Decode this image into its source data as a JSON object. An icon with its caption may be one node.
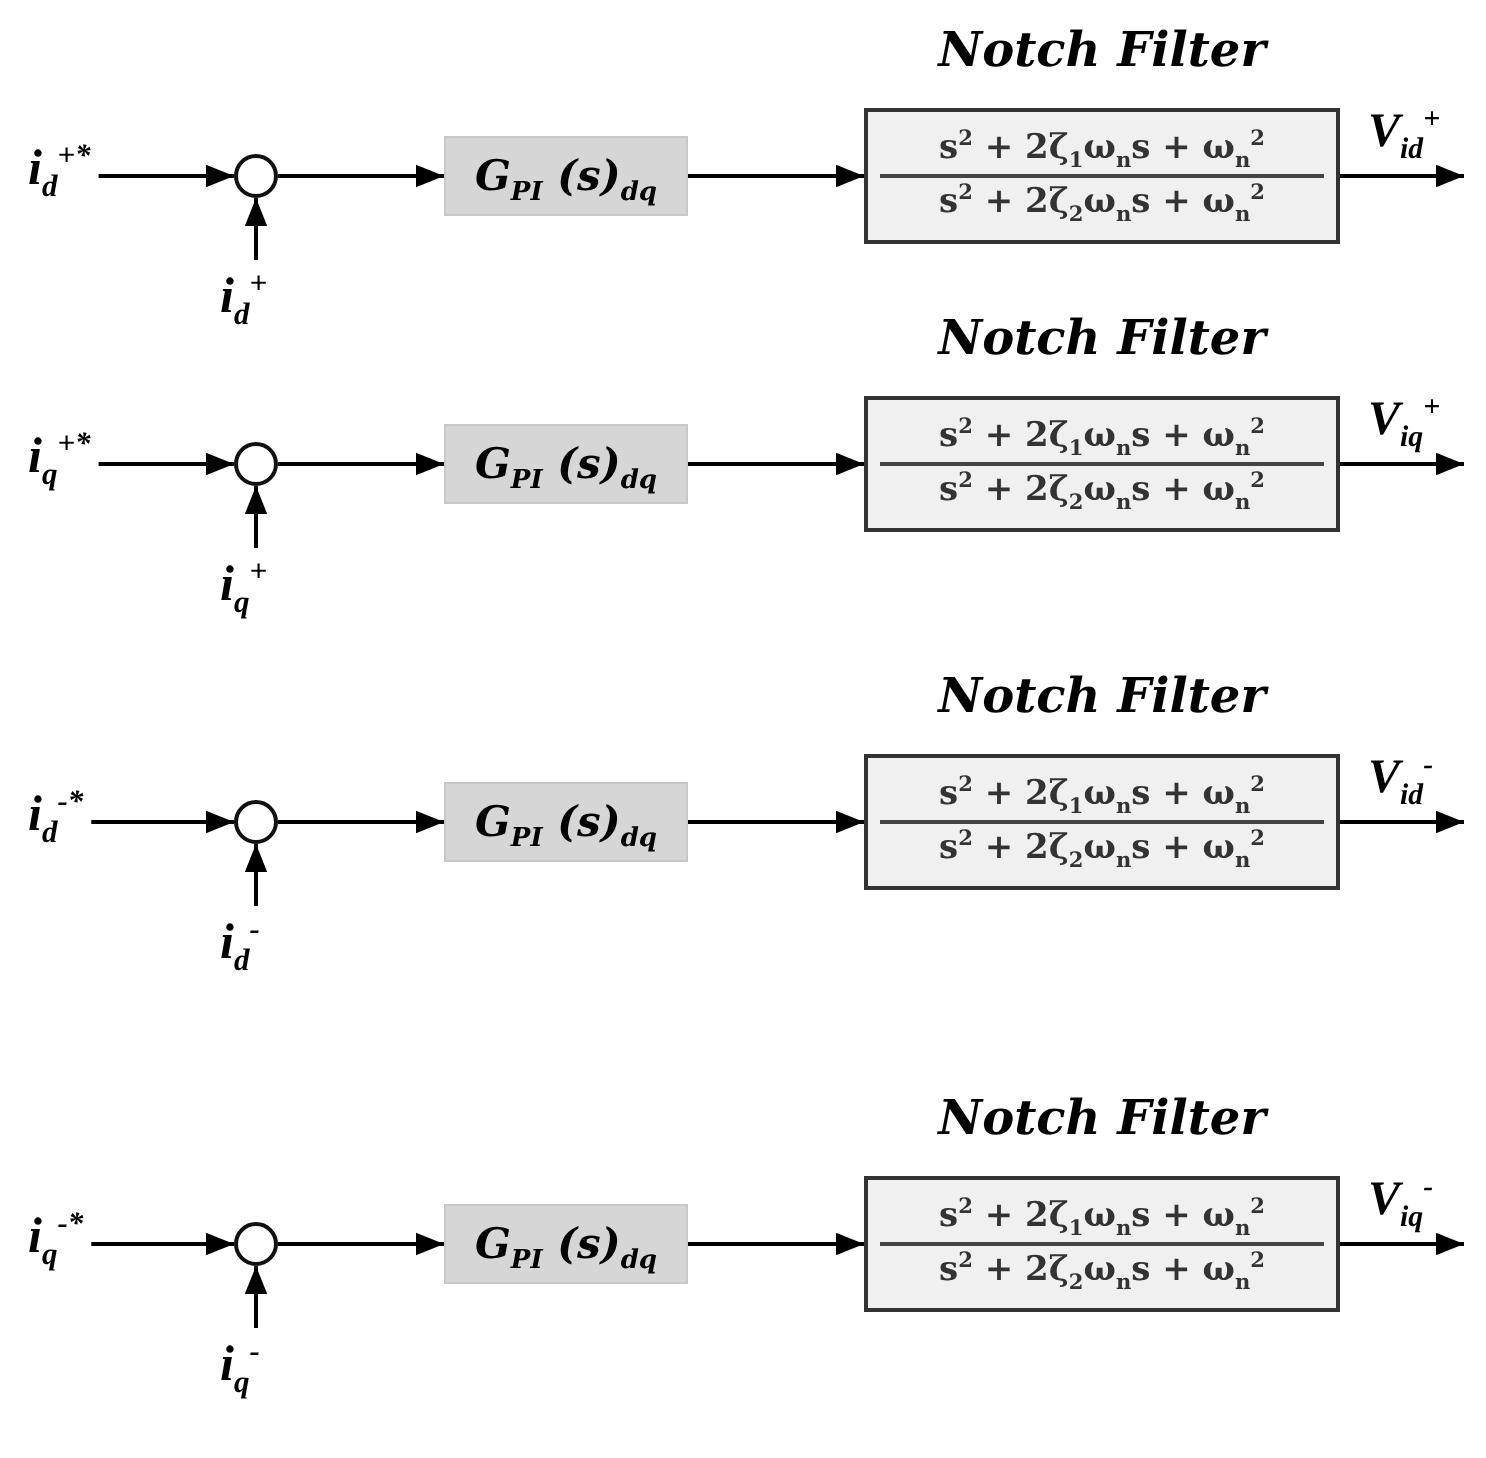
{
  "diagram": {
    "nodes": [
      {
        "text": [
          "i$_{d}$$^{+*}$"
        ]
      },
      {
        "text": [],
        "shape": "circle"
      },
      {
        "text": [
          "i$_{d}$$^{+}$"
        ]
      },
      {
        "text": [
          "G$_{PI}$ (s)$_{dq}$"
        ]
      },
      {
        "text": [
          "Notch Filter",
          "s$^{2}$ + 2ζ$_{1}$ω$_{n}$s + ω$_{n}$$^{2}$",
          "s$^{2}$ + 2ζ$_{2}$ω$_{n}$s +  ω$_{n}$$^{2}$"
        ]
      },
      {
        "text": [
          "i$_{q}$$^{+*}$"
        ]
      },
      {
        "text": [],
        "shape": "circle"
      },
      {
        "text": [
          "i$_{q}$$^{+}$"
        ]
      },
      {
        "text": [
          "G$_{PI}$ (s)$_{dq}$"
        ]
      },
      {
        "text": [
          "Notch Filter",
          "s$^{2}$ + 2ζ$_{1}$ω$_{n}$s + ω$_{n}$$^{2}$",
          "s$^{2}$ + 2ζ$_{2}$ω$_{n}$s +  ω$_{n}$$^{2}$"
        ]
      },
      {
        "text": [
          "i$_{d}$$^{-*}$"
        ]
      },
      {
        "text": [],
        "shape": "circle"
      },
      {
        "text": [
          "i$_{d}$$^{-}$"
        ]
      },
      {
        "text": [
          "G$_{PI}$ (s)$_{dq}$"
        ]
      },
      {
        "text": [
          "Notch Filter",
          "s$^{2}$ + 2ζ$_{1}$ω$_{n}$s + ω$_{n}$$^{2}$",
          "s$^{2}$ + 2ζ$_{2}$ω$_{n}$s +  ω$_{n}$$^{2}$"
        ]
      },
      {
        "text": [
          "i$_{q}$$^{-*}$"
        ]
      },
      {
        "text": [],
        "shape": "circle"
      },
      {
        "text": [
          "i$_{q}$$^{-}$"
        ]
      },
      {
        "text": [
          "G$_{PI}$ (s)$_{dq}$"
        ]
      },
      {
        "text": [
          "Notch Filter",
          "s$^{2}$ + 2ζ$_{1}$ω$_{n}$s + ω$_{n}$$^{2}$",
          "s$^{2}$ + 2ζ$_{2}$ω$_{n}$s +  ω$_{n}$$^{2}$"
        ]
      }
    ],
    "edges": [
      {
        "from": 0,
        "to": 1,
        "arrow": "to"
      },
      {
        "from": 2,
        "to": 1,
        "arrow": "to"
      },
      {
        "from": 1,
        "to": 3,
        "arrow": "to"
      },
      {
        "from": 3,
        "to": 4,
        "arrow": "to"
      },
      {
        "from": 4,
        "to": null,
        "arrow": "to",
        "label": "V$_{id}$$^{+}$"
      },
      {
        "from": 5,
        "to": 6,
        "arrow": "to"
      },
      {
        "from": 7,
        "to": 6,
        "arrow": "to"
      },
      {
        "from": 6,
        "to": 8,
        "arrow": "to"
      },
      {
        "from": 8,
        "to": 9,
        "arrow": "to"
      },
      {
        "from": 9,
        "to": null,
        "arrow": "to",
        "label": "V$_{iq}$$^{+}$"
      },
      {
        "from": 10,
        "to": 11,
        "arrow": "to"
      },
      {
        "from": 12,
        "to": 11,
        "arrow": "to"
      },
      {
        "from": 11,
        "to": 13,
        "arrow": "to"
      },
      {
        "from": 13,
        "to": 14,
        "arrow": "to"
      },
      {
        "from": 14,
        "to": null,
        "arrow": "to",
        "label": "V$_{id}$$^{-}$"
      },
      {
        "from": 15,
        "to": 16,
        "arrow": "to"
      },
      {
        "from": 17,
        "to": 16,
        "arrow": "to"
      },
      {
        "from": 16,
        "to": 18,
        "arrow": "to"
      },
      {
        "from": 18,
        "to": 19,
        "arrow": "to"
      },
      {
        "from": 19,
        "to": null,
        "arrow": "to",
        "label": "V$_{iq}$$^{-}$"
      }
    ]
  }
}
